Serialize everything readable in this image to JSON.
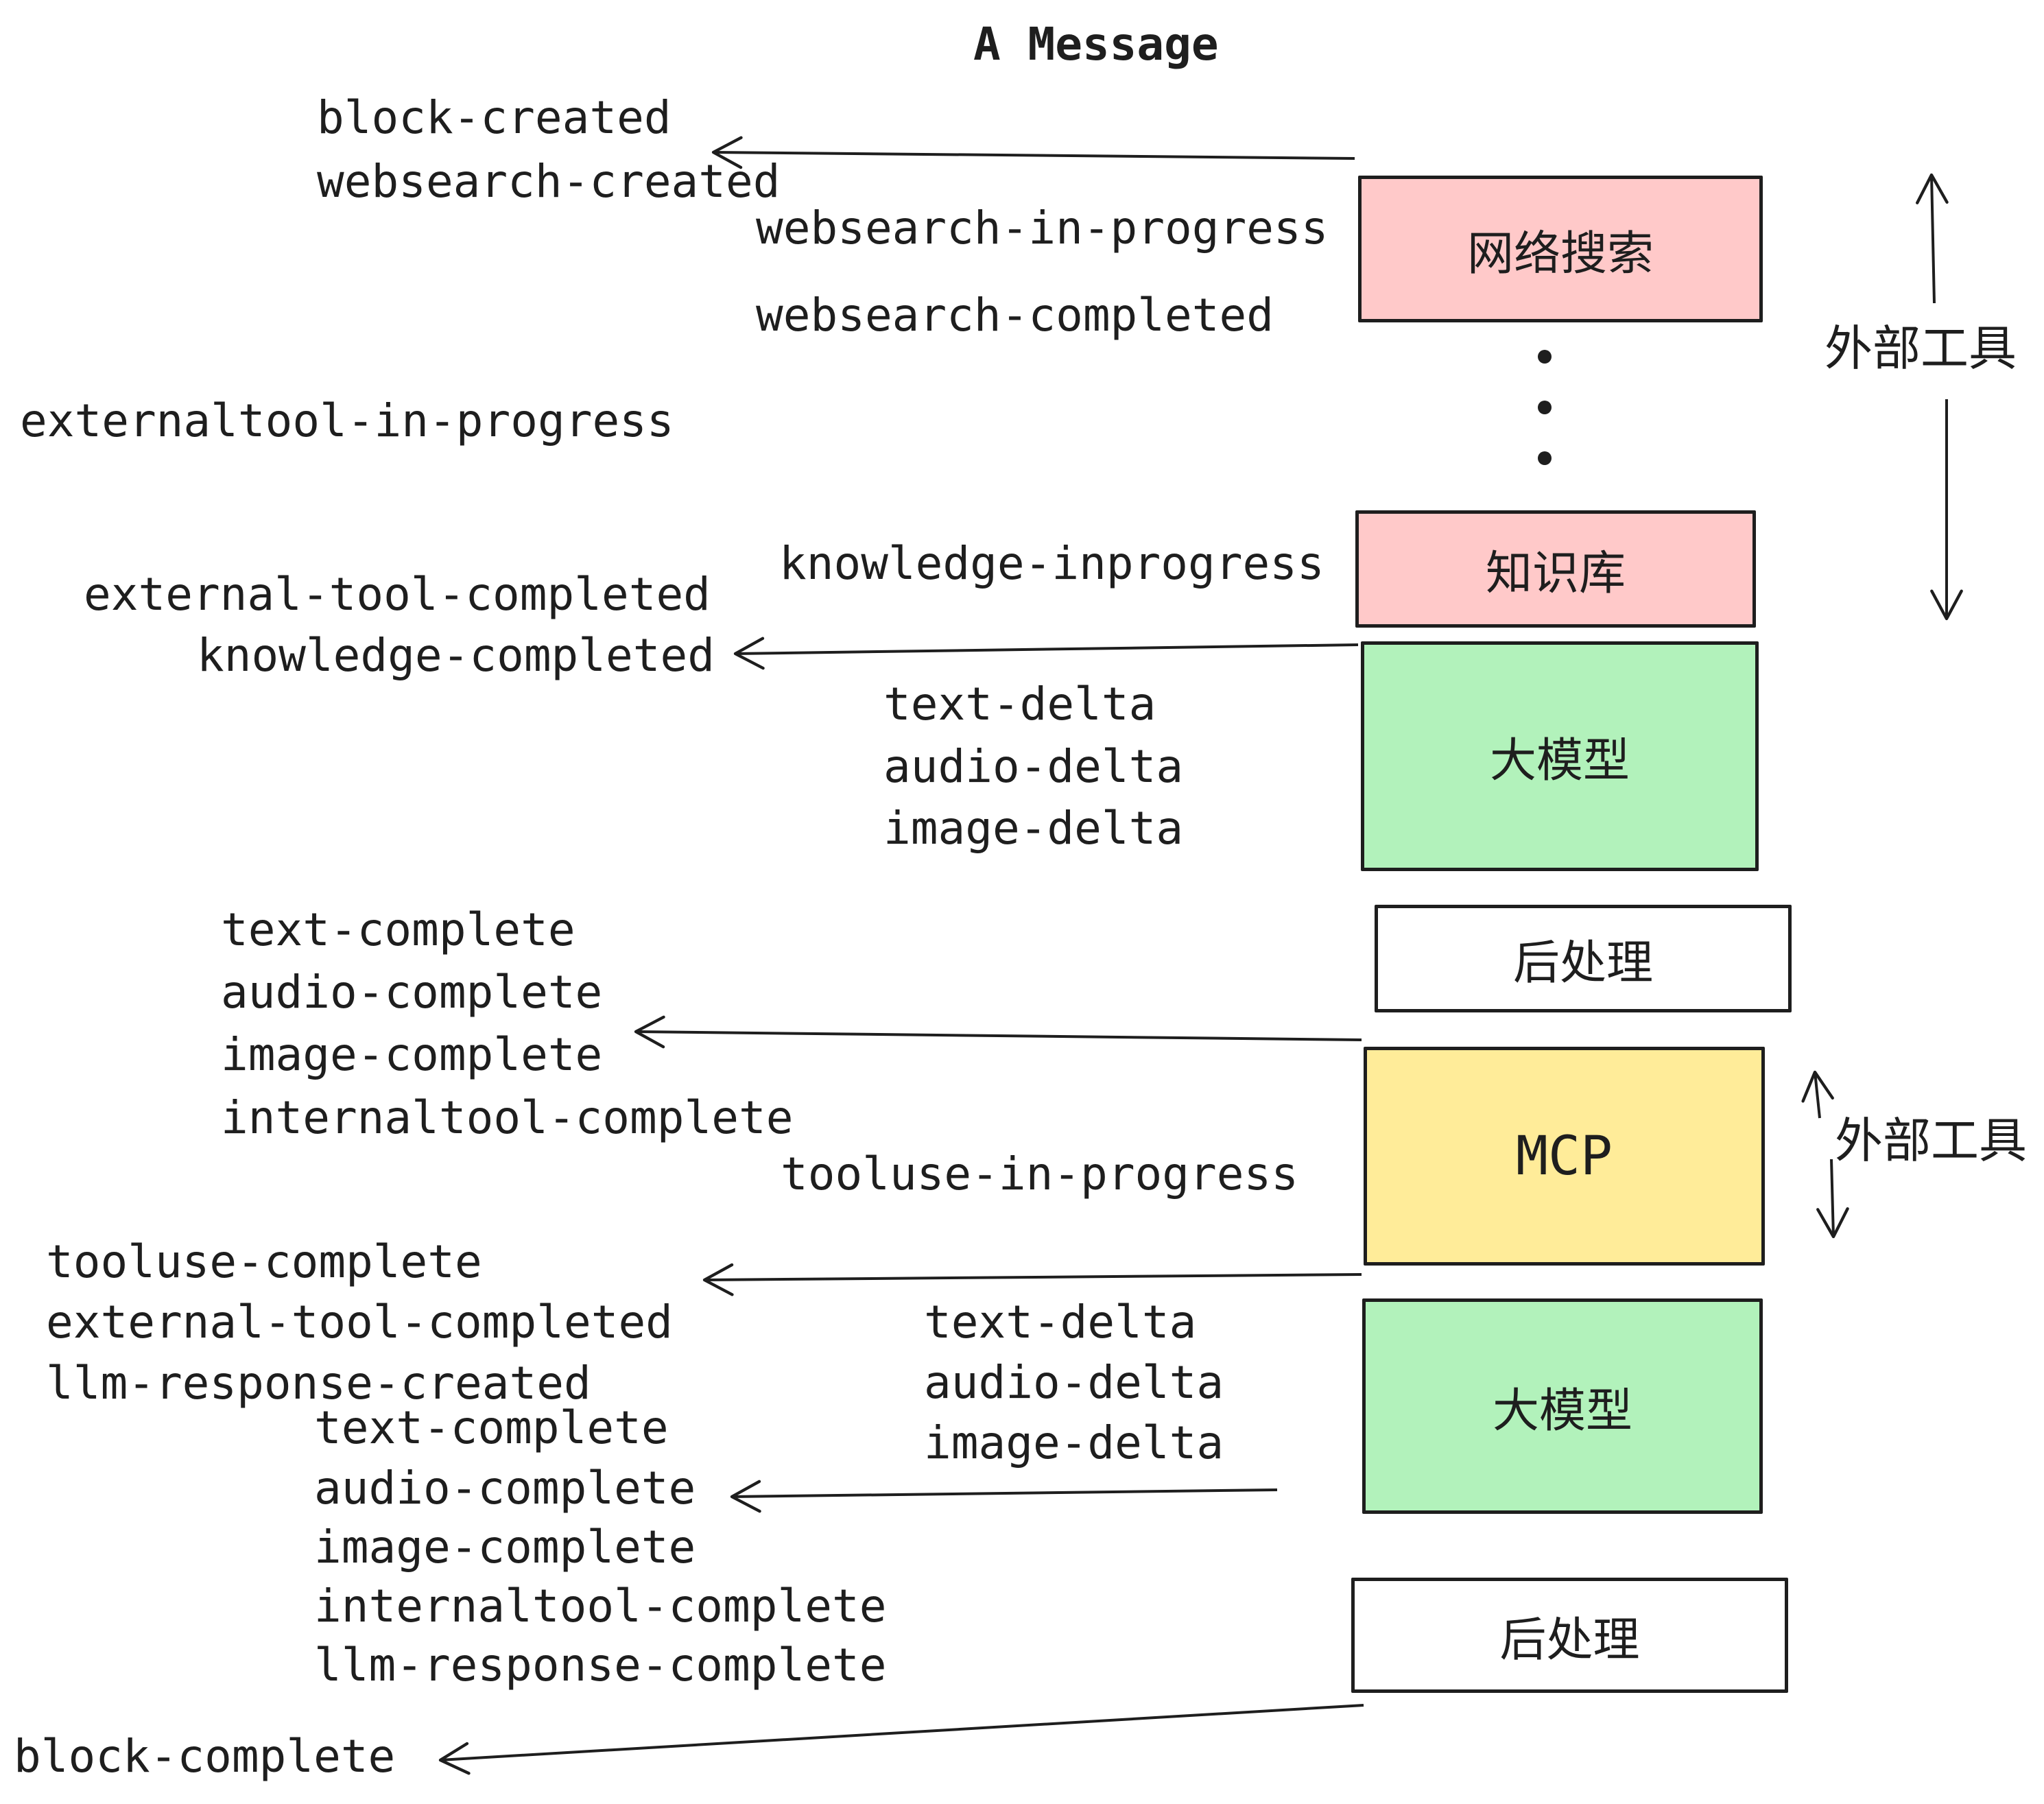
{
  "title": {
    "text": "A Message"
  },
  "palette": {
    "stroke": "#1e1e1e",
    "pink": "#ffc9c9",
    "green": "#b2f2bb",
    "yellow": "#ffec99",
    "white": "#ffffff",
    "background": "#ffffff"
  },
  "boxes": {
    "websearch": {
      "label": "网络搜索",
      "fill": "#ffc9c9"
    },
    "knowledge": {
      "label": "知识库",
      "fill": "#ffc9c9"
    },
    "llm_top": {
      "label": "大模型",
      "fill": "#b2f2bb"
    },
    "post_top": {
      "label": "后处理",
      "fill": "#ffffff"
    },
    "mcp": {
      "label": "MCP",
      "fill": "#ffec99"
    },
    "llm_bottom": {
      "label": "大模型",
      "fill": "#b2f2bb"
    },
    "post_bottom": {
      "label": "后处理",
      "fill": "#ffffff"
    }
  },
  "side_labels": {
    "external_tools_top": {
      "text": "外部工具"
    },
    "external_tools_mcp": {
      "text": "外部工具"
    }
  },
  "events": [
    {
      "text": "block-created"
    },
    {
      "text": "websearch-created"
    },
    {
      "text": "websearch-in-progress"
    },
    {
      "text": "websearch-completed"
    },
    {
      "text": "externaltool-in-progress"
    },
    {
      "text": "knowledge-inprogress"
    },
    {
      "text": "external-tool-completed"
    },
    {
      "text": "knowledge-completed"
    },
    {
      "text": "text-delta"
    },
    {
      "text": "audio-delta"
    },
    {
      "text": "image-delta"
    },
    {
      "text": "text-complete"
    },
    {
      "text": "audio-complete"
    },
    {
      "text": "image-complete"
    },
    {
      "text": "internaltool-complete"
    },
    {
      "text": "tooluse-in-progress"
    },
    {
      "text": "tooluse-complete"
    },
    {
      "text": "external-tool-completed"
    },
    {
      "text": "llm-response-created"
    },
    {
      "text": "text-delta"
    },
    {
      "text": "audio-delta"
    },
    {
      "text": "image-delta"
    },
    {
      "text": "text-complete"
    },
    {
      "text": "audio-complete"
    },
    {
      "text": "image-complete"
    },
    {
      "text": "internaltool-complete"
    },
    {
      "text": "llm-response-complete"
    },
    {
      "text": "block-complete"
    }
  ]
}
